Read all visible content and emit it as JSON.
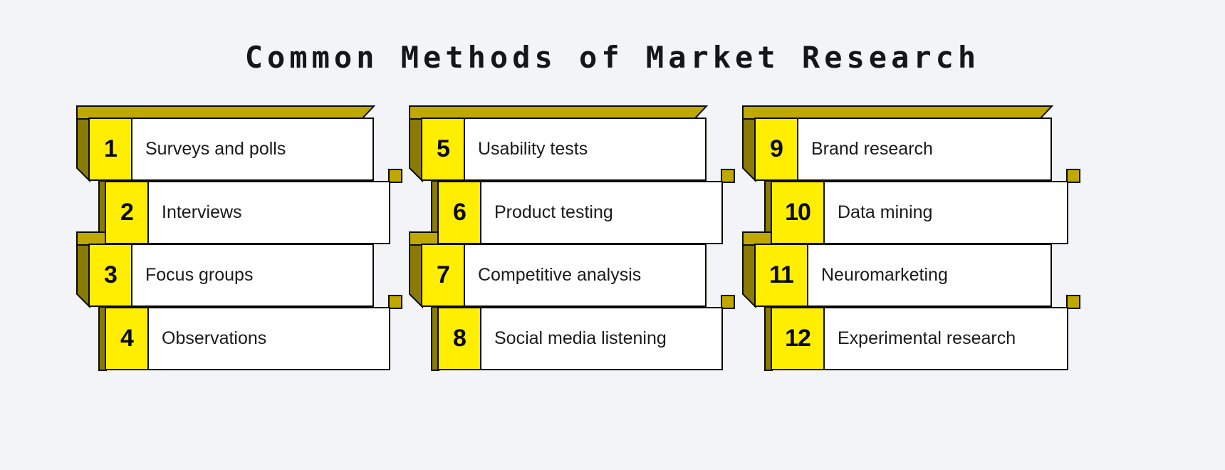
{
  "title": "Common Methods of Market Research",
  "colors": {
    "background": "#f2f4f7",
    "accent_yellow": "#ffee00",
    "bevel_gold": "#bfa900",
    "side_olive": "#8a7a06",
    "outline": "#0a0a0a",
    "text": "#1a1a1a"
  },
  "columns": [
    {
      "name": "column-1",
      "items": [
        {
          "number": "1",
          "label": "Surveys and polls"
        },
        {
          "number": "2",
          "label": "Interviews"
        },
        {
          "number": "3",
          "label": "Focus groups"
        },
        {
          "number": "4",
          "label": "Observations"
        }
      ]
    },
    {
      "name": "column-2",
      "items": [
        {
          "number": "5",
          "label": "Usability tests"
        },
        {
          "number": "6",
          "label": "Product testing"
        },
        {
          "number": "7",
          "label": "Competitive analysis"
        },
        {
          "number": "8",
          "label": "Social media listening"
        }
      ]
    },
    {
      "name": "column-3",
      "items": [
        {
          "number": "9",
          "label": "Brand research"
        },
        {
          "number": "10",
          "label": "Data mining"
        },
        {
          "number": "11",
          "label": "Neuromarketing"
        },
        {
          "number": "12",
          "label": "Experimental research"
        }
      ]
    }
  ]
}
